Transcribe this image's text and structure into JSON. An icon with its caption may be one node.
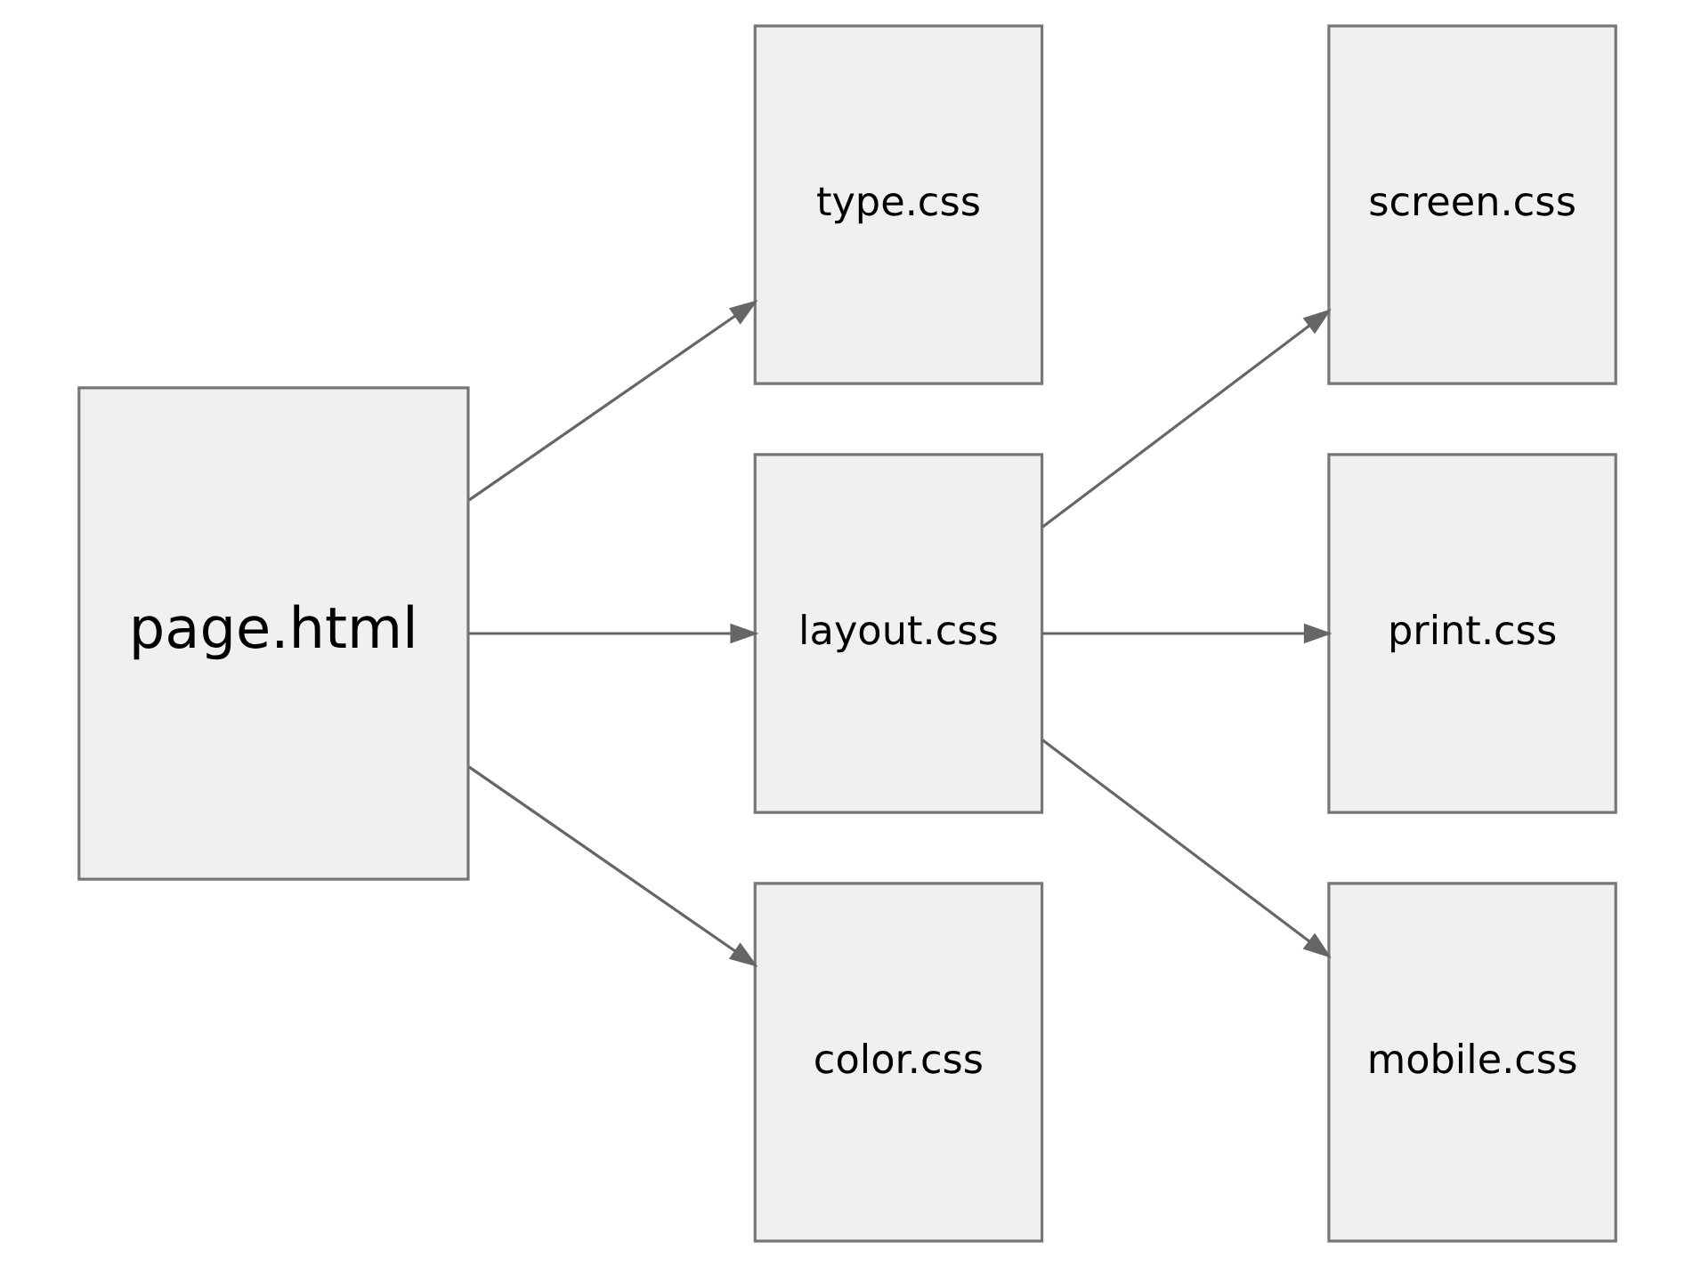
{
  "diagram": {
    "nodes": [
      {
        "text": [
          "page.html"
        ]
      },
      {
        "text": [
          "type.css"
        ]
      },
      {
        "text": [
          "layout.css"
        ]
      },
      {
        "text": [
          "color.css"
        ]
      },
      {
        "text": [
          "screen.css"
        ]
      },
      {
        "text": [
          "print.css"
        ]
      },
      {
        "text": [
          "mobile.css"
        ]
      }
    ],
    "edges": [
      {
        "from": 0,
        "to": 1,
        "arrow": "to"
      },
      {
        "from": 0,
        "to": 2,
        "arrow": "to"
      },
      {
        "from": 0,
        "to": 3,
        "arrow": "to"
      },
      {
        "from": 2,
        "to": 4,
        "arrow": "to"
      },
      {
        "from": 2,
        "to": 5,
        "arrow": "to"
      },
      {
        "from": 2,
        "to": 6,
        "arrow": "to"
      }
    ]
  }
}
